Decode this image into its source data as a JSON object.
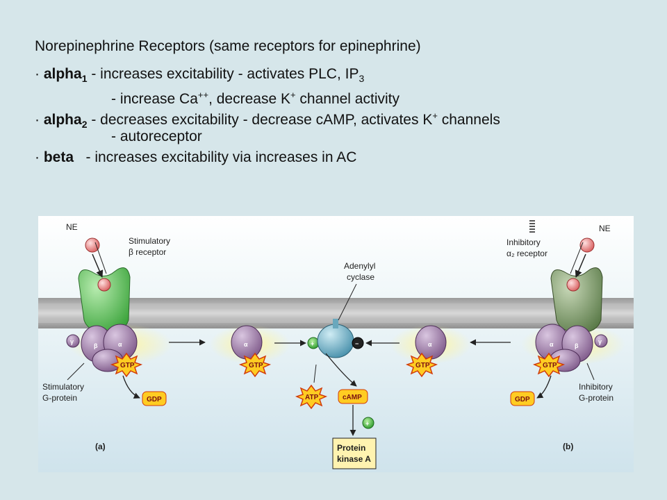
{
  "slide": {
    "title": "Norepinephrine Receptors (same receptors for epinephrine)",
    "items": [
      {
        "bullet": "·",
        "name": "alpha",
        "sub": "1",
        "text": " - increases excitability - activates PLC, IP",
        "text_sub": "3"
      },
      {
        "cont_a": "- increase Ca",
        "cont_sup1": "++",
        "cont_b": ", decrease K",
        "cont_sup2": "+",
        "cont_c": " channel activity"
      },
      {
        "bullet": "·",
        "name": "alpha",
        "sub": "2",
        "text": " - decreases excitability - decrease cAMP, activates K",
        "text_sup": "+",
        "text_end": " channels"
      },
      {
        "cont": "- autoreceptor"
      },
      {
        "bullet": "·",
        "name": "beta",
        "text": "   - increases excitability via increases in AC"
      }
    ]
  },
  "diagram": {
    "labels": {
      "ne_left": "NE",
      "ne_right": "NE",
      "stim_receptor_1": "Stimulatory",
      "stim_receptor_2": "β receptor",
      "inhib_receptor_1": "Inhibitory",
      "inhib_receptor_2": "α₂ receptor",
      "adenylyl_1": "Adenylyl",
      "adenylyl_2": "cyclase",
      "stim_gprotein_1": "Stimulatory",
      "stim_gprotein_2": "G-protein",
      "inhib_gprotein_1": "Inhibitory",
      "inhib_gprotein_2": "G-protein",
      "gtp": "GTP",
      "gdp": "GDP",
      "atp": "ATP",
      "camp": "cAMP",
      "pka_1": "Protein",
      "pka_2": "kinase A",
      "panel_a": "(a)",
      "panel_b": "(b)",
      "alpha": "α",
      "beta": "β",
      "gamma": "γ",
      "plus": "+",
      "minus": "−"
    }
  }
}
